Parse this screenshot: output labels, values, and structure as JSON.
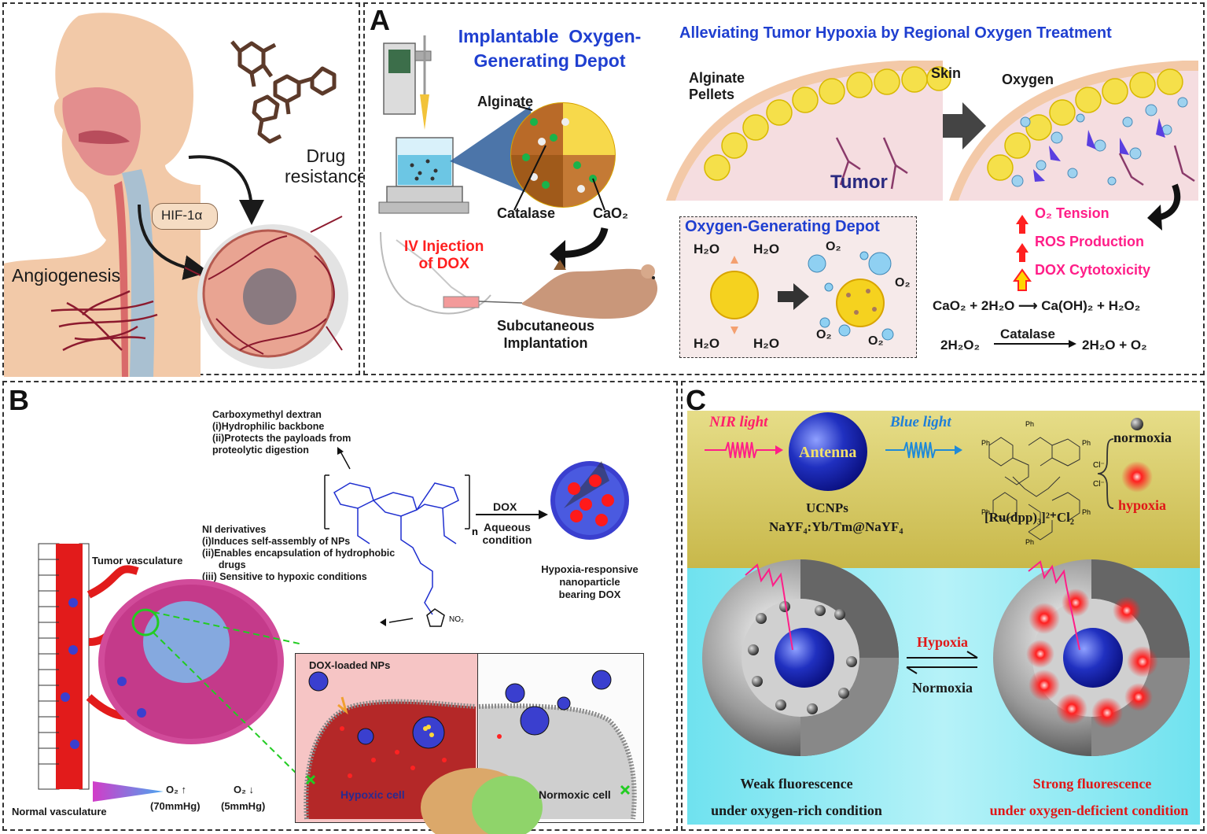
{
  "panel_left": {
    "drug_resistance": "Drug\nresistance",
    "hif": "HIF-1α",
    "angiogenesis": "Angiogenesis"
  },
  "panel_a": {
    "letter": "A",
    "title1": "Implantable  Oxygen-\nGenerating Depot",
    "title2": "Alleviating Tumor Hypoxia by Regional Oxygen Treatment",
    "alginate": "Alginate",
    "catalase": "Catalase",
    "cao2": "CaO₂",
    "iv_injection": "IV Injection\nof DOX",
    "subcutaneous": "Subcutaneous\nImplantation",
    "alginate_pellets": "Alginate\nPellets",
    "skin": "Skin",
    "tumor": "Tumor",
    "oxygen": "Oxygen",
    "depot_title": "Oxygen-Generating Depot",
    "h2o": "H₂O",
    "o2": "O₂",
    "effects": [
      "O₂ Tension",
      "ROS Production",
      "DOX Cytotoxicity"
    ],
    "eq1": "CaO₂ + 2H₂O ⟶ Ca(OH)₂ + H₂O₂",
    "eq2_left": "2H₂O₂",
    "eq2_catalyst": "Catalase",
    "eq2_right": "2H₂O + O₂"
  },
  "panel_b": {
    "letter": "B",
    "dextran": "Carboxymethyl dextran\n(i)Hydrophilic backbone\n(ii)Protects the payloads from\nproteolytic digestion",
    "ni": "NI derivatives\n(i)Induces self-assembly of NPs\n(ii)Enables encapsulation of hydrophobic\n      drugs\n(iii) Sensitive to hypoxic conditions",
    "n_sub": "n",
    "no2": "NO₂",
    "dox": "DOX",
    "aqueous": "Aqueous\ncondition",
    "nanoparticle": "Hypoxia-responsive\nnanoparticle\nbearing DOX",
    "tumor_vasculature": "Tumor vasculature",
    "normal_vasculature": "Normal vasculature",
    "o2_up": "O₂ ↑",
    "o2_up_val": "(70mmHg)",
    "o2_down": "O₂ ↓",
    "o2_down_val": "(5mmHg)",
    "dox_nps": "DOX-loaded NPs",
    "hypoxic_cell": "Hypoxic cell",
    "normoxic_cell": "Normoxic cell"
  },
  "panel_c": {
    "letter": "C",
    "nir": "NIR light",
    "antenna": "Antenna",
    "blue_light": "Blue light",
    "ucnps": "UCNPs",
    "ucnps_formula": "NaYF₄:Yb/Tm@NaYF₄",
    "ru": "[Ru(dpp)₃]²⁺Cl₂",
    "normoxia_label": "normoxia",
    "hypoxia_label": "hypoxia",
    "hypoxia_arrow": "Hypoxia",
    "normoxia_arrow": "Normoxia",
    "weak": "Weak fluorescence",
    "weak_sub": "under oxygen-rich condition",
    "strong": "Strong fluorescence",
    "strong_sub": "under oxygen-deficient condition",
    "ph": "Ph",
    "cl": "Cl⁻"
  },
  "colors": {
    "title_blue": "#1f3fd0",
    "effect_pink": "#ff1e88",
    "red": "#ff2020",
    "c_top_bg": "#d4c85a",
    "c_bottom_bg": "#5fe3f0"
  }
}
